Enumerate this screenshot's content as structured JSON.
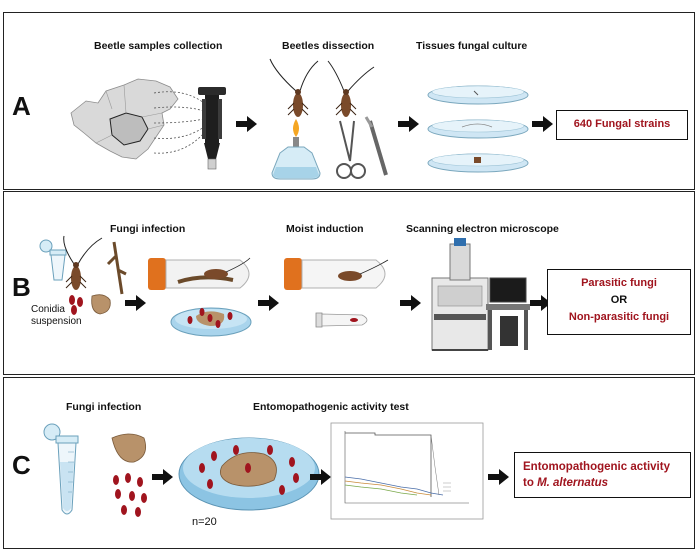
{
  "panels": {
    "a": {
      "letter": "A",
      "steps": [
        "Beetle samples collection",
        "Beetles dissection",
        "Tissues fungal culture"
      ],
      "result": "640 Fungal strains"
    },
    "b": {
      "letter": "B",
      "steps": [
        "Fungi infection",
        "Moist induction",
        "Scanning electron microscope"
      ],
      "conidia_label_1": "Conidia",
      "conidia_label_2": "suspension",
      "result_1": "Parasitic fungi",
      "result_or": "OR",
      "result_2": "Non-parasitic fungi"
    },
    "c": {
      "letter": "C",
      "steps": [
        "Fungi infection",
        "Entomopathogenic activity test"
      ],
      "count_label": "n=20",
      "result_line_1": "Entomopathogenic activity",
      "result_prefix": "to ",
      "result_species": "M. alternatus"
    }
  },
  "colors": {
    "result_text": "#a0141e",
    "border": "#222222",
    "dish_blue": "#a9d4ec",
    "tube_cap": "#e0711e",
    "beetle": "#7a4a2a"
  }
}
